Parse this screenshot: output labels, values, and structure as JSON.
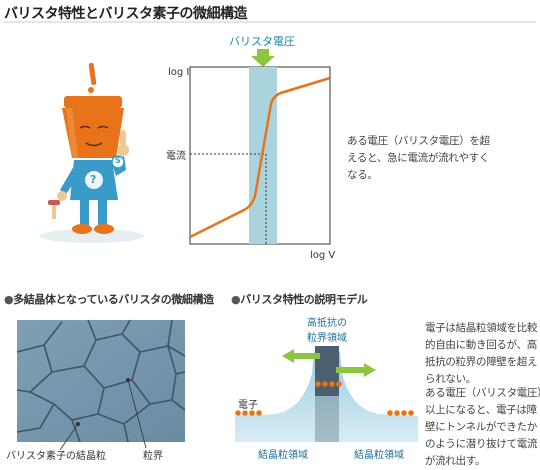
{
  "page_title": "バリスタ特性とバリスタ素子の微細構造",
  "graph": {
    "band_label": "バリスタ電圧",
    "y_axis_label": "log I",
    "x_axis_label": "log V",
    "current_label": "電流",
    "note": "ある電圧（バリスタ電圧）を超えると、急に電流が流れやすくなる。"
  },
  "section_microstructure": {
    "title": "多結晶体となっているバリスタの微細構造",
    "grain_label": "バリスタ素子の結晶粒",
    "boundary_label": "粒界"
  },
  "section_model": {
    "title": "バリスタ特性の説明モデル",
    "high_resistance_line1": "高抵抗の",
    "high_resistance_line2": "粒界領域",
    "electron_label": "電子",
    "grain_region_left": "結晶粒領域",
    "grain_region_right": "結晶粒領域",
    "note_1": "電子は結晶粒領域を比較的自由に動き回るが、高抵抗の粒界の障壁を超えられない。",
    "note_2": "ある電圧（バリスタ電圧）以上になると、電子は障壁にトンネルができたかのように潜り抜けて電流が流れ出す。"
  },
  "mascot": {
    "shirt_badge": "S",
    "chest_mark": "?"
  },
  "colors": {
    "accent_orange": "#e8731a",
    "band_blue": "#a9d3dd",
    "arrow_green": "#8cc63f",
    "grain_blue": "#6b8fa6",
    "barrier_dark": "#4a6070"
  }
}
